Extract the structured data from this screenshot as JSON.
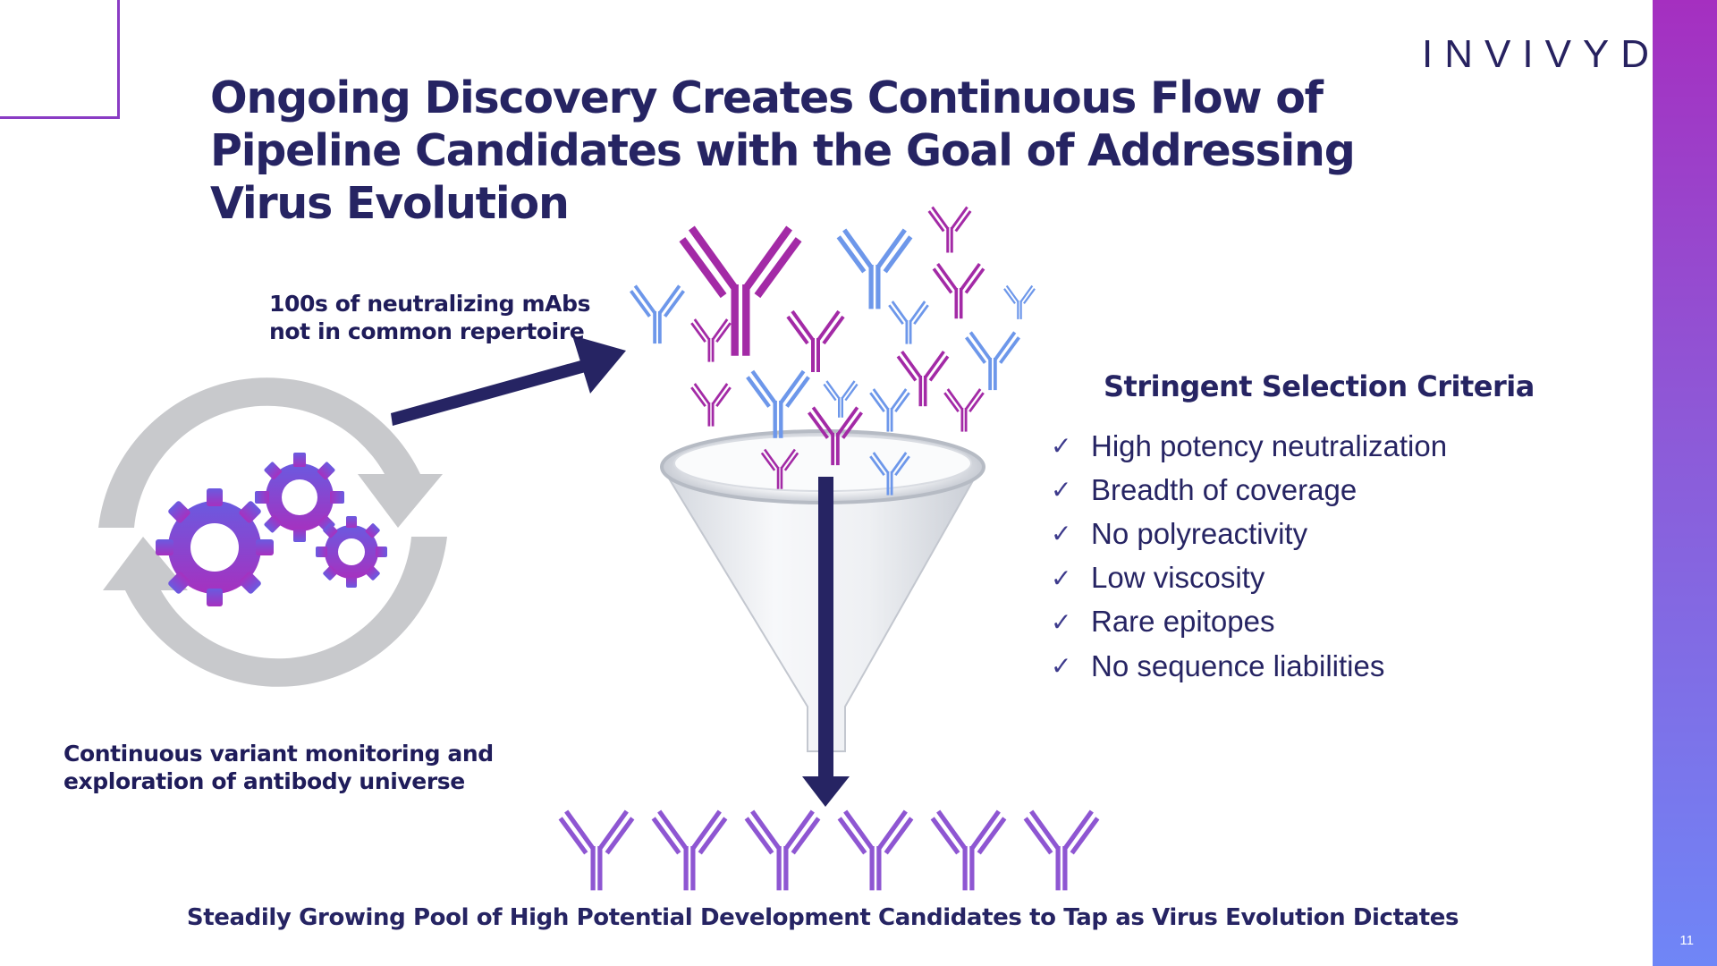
{
  "brand": {
    "logo_text": "INVIVYD",
    "colors": {
      "navy": "#262463",
      "magenta": "#a32aa6",
      "blue": "#6d97ea",
      "gray": "#c8c9cc"
    }
  },
  "slide": {
    "title": "Ongoing Discovery Creates Continuous Flow of Pipeline Candidates with the Goal of Addressing Virus Evolution",
    "page_number": "11"
  },
  "left": {
    "arrow_label_line1": "100s of neutralizing mAbs",
    "arrow_label_line2": "not in common repertoire",
    "cycle_caption_line1": "Continuous variant monitoring and",
    "cycle_caption_line2": "exploration of antibody universe",
    "icons": [
      "cycle-arrows-icon",
      "gears-icon",
      "funnel-icon",
      "antibody-icon"
    ]
  },
  "criteria": {
    "heading": "Stringent Selection Criteria",
    "items": [
      "High potency neutralization",
      "Breadth of coverage",
      "No polyreactivity",
      "Low viscosity",
      "Rare epitopes",
      "No sequence liabilities"
    ]
  },
  "footer": {
    "text": "Steadily Growing Pool of High Potential Development Candidates to Tap as Virus Evolution Dictates"
  }
}
